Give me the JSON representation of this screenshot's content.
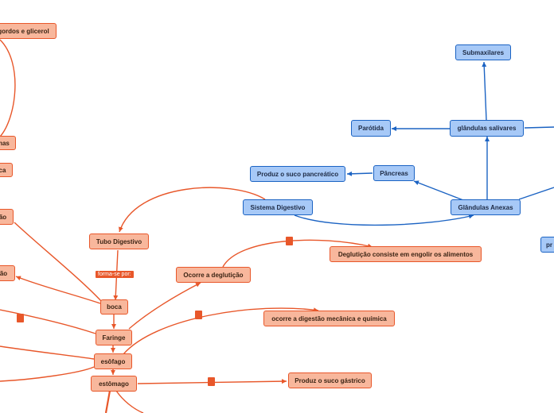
{
  "nodes": {
    "graxos": "gordos e glicerol",
    "proteinas": "nas",
    "acucar": "ca",
    "absorcao": "ão",
    "digestao": "ão",
    "tubo_digestivo": "Tubo Digestivo",
    "boca": "boca",
    "faringe": "Faringe",
    "esofago": "esôfago",
    "estomago": "estômago",
    "ocorre_degluticao": "Ocorre a deglutição",
    "degluticao_consiste": "Deglutição consiste em engolir os alimentos",
    "digestao_mecanica": "ocorre a digestão mecânica e química",
    "suco_gastrico": "Produz o suco gástrico",
    "sistema_digestivo": "Sistema Digestivo",
    "suco_pancreatico": "Produz o suco pancreático",
    "pancreas": "Pâncreas",
    "glandulas_anexas": "Glândulas Anexas",
    "glandulas_salivares": "glândulas salivares",
    "parotida": "Parótida",
    "submaxilares": "Submaxilares",
    "pr_edge": "pr"
  },
  "tags": {
    "forma_se": "forma-se por:"
  },
  "colors": {
    "orange_line": "#e8572a",
    "orange_fill": "#f8b79c",
    "blue_line": "#1b63c3",
    "blue_fill": "#a7c9f7"
  }
}
